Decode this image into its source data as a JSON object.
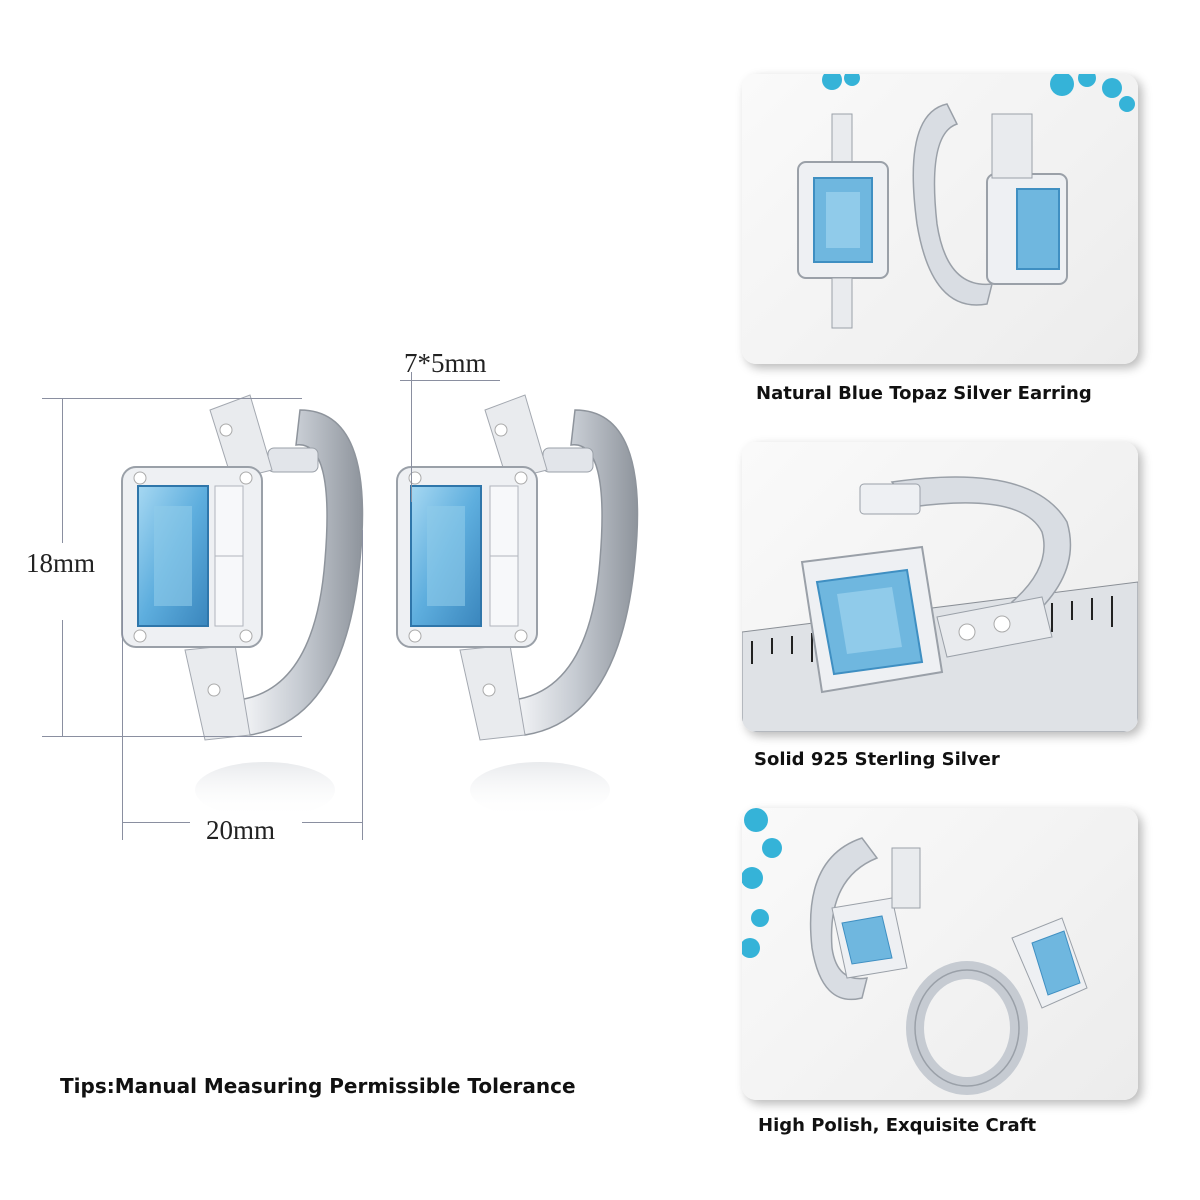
{
  "dimensions": {
    "stone": "7*5mm",
    "height": "18mm",
    "width": "20mm"
  },
  "tips": "Tips:Manual Measuring Permissible Tolerance",
  "cards": [
    {
      "caption": "Natural Blue Topaz Silver Earring"
    },
    {
      "caption": "Solid 925 Sterling Silver"
    },
    {
      "caption": "High Polish, Exquisite Craft"
    }
  ],
  "colors": {
    "topaz": "#6fb7df",
    "topaz_dark": "#3f8fc2",
    "silver": "#d9dde3",
    "silver_dark": "#9aa0a8",
    "flower": "#35b3d8"
  }
}
